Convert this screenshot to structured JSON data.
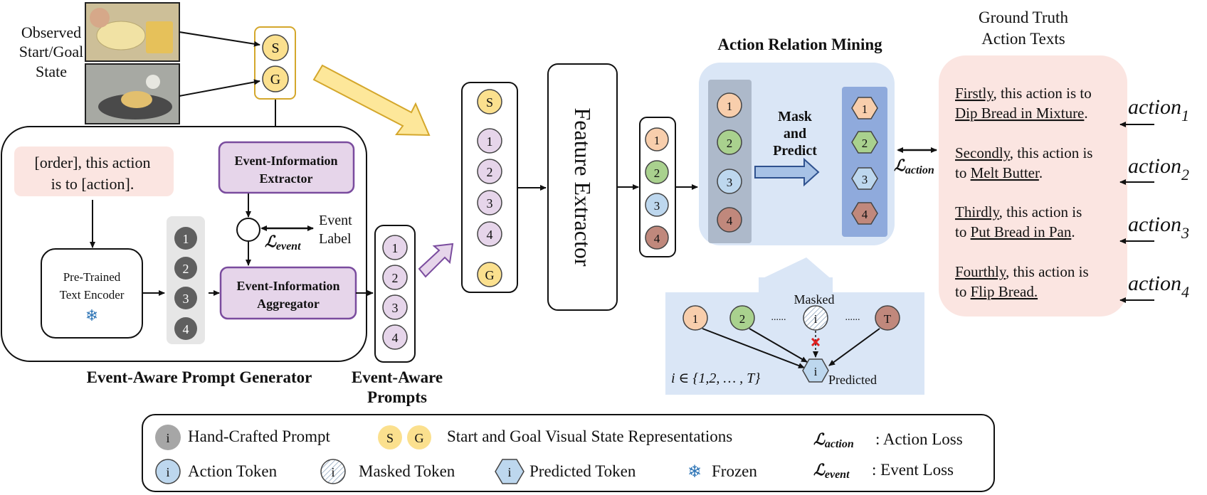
{
  "observed": {
    "line1": "Observed",
    "line2": "Start/Goal",
    "line3": "State"
  },
  "state_tokens": {
    "start": "S",
    "goal": "G"
  },
  "event_info_extractor": {
    "line1": "Event-Information",
    "line2": "Extractor"
  },
  "event_info_aggregator": {
    "line1": "Event-Information",
    "line2": "Aggregator"
  },
  "template": {
    "line1": "[order], this action",
    "line2": "is to [action]."
  },
  "text_encoder": {
    "line1": "Pre-Trained",
    "line2": "Text Encoder"
  },
  "event_label": {
    "line1": "Event",
    "line2": "Label"
  },
  "event_loss": {
    "symbol": "ℒ",
    "sub": "event"
  },
  "action_loss": {
    "symbol": "ℒ",
    "sub": "action"
  },
  "prompt_generator_title": "Event-Aware Prompt Generator",
  "event_aware_prompts": {
    "line1": "Event-Aware",
    "line2": "Prompts"
  },
  "feature_extractor": "Feature Extractor",
  "action_relation_mining": "Action Relation Mining",
  "mask_predict": {
    "line1": "Mask",
    "line2": "and",
    "line3": "Predict"
  },
  "token_numbers": [
    "1",
    "2",
    "3",
    "4"
  ],
  "masked_detail": {
    "first": "1",
    "second": "2",
    "dots": "......",
    "masked_label": "Masked",
    "masked_token": "i",
    "last": "T",
    "predicted_token": "i",
    "predicted_label": "Predicted",
    "set_notation": "i ∈ {1,2, … , T}"
  },
  "ground_truth": {
    "title_line1": "Ground Truth",
    "title_line2": "Action Texts",
    "entries": [
      {
        "ord": "Firstly",
        "mid": ", this action is to",
        "act": "Dip Bread in Mixture",
        "end": "."
      },
      {
        "ord": "Secondly",
        "mid": ", this action is",
        "pre": "to ",
        "act": "Melt Butter",
        "end": "."
      },
      {
        "ord": "Thirdly",
        "mid": ", this action is",
        "pre": "to ",
        "act": "Put Bread in Pan",
        "end": "."
      },
      {
        "ord": "Fourthly",
        "mid": ", this action is",
        "pre": "to ",
        "act": "Flip Bread.",
        "end": ""
      }
    ]
  },
  "actions": [
    {
      "word": "action",
      "sub": "1"
    },
    {
      "word": "action",
      "sub": "2"
    },
    {
      "word": "action",
      "sub": "3"
    },
    {
      "word": "action",
      "sub": "4"
    }
  ],
  "legend": {
    "hand_crafted_token": "i",
    "hand_crafted": "Hand-Crafted Prompt",
    "state_s": "S",
    "state_g": "G",
    "state_repr": "Start and Goal Visual State Representations",
    "action_loss_desc": ": Action Loss",
    "action_token_glyph": "i",
    "action_token": "Action Token",
    "masked_token_glyph": "i",
    "masked_token": "Masked Token",
    "predicted_token_glyph": "i",
    "predicted_token": "Predicted Token",
    "snowflake": "❄",
    "frozen": "Frozen",
    "event_loss_desc": ": Event Loss"
  },
  "colors": {
    "yellow_token": "#fbe08e",
    "purple_fill": "#e6d5ea",
    "purple_border": "#7a4c9e",
    "gray_token": "#5f5f5f",
    "orange": "#f8ceac",
    "green": "#a9d18e",
    "blue": "#bdd7ee",
    "brown": "#c0887c",
    "panel_blue": "#dae6f6",
    "pink_panel": "#fbe5e1",
    "arrow_yellow": "#fde79a"
  }
}
